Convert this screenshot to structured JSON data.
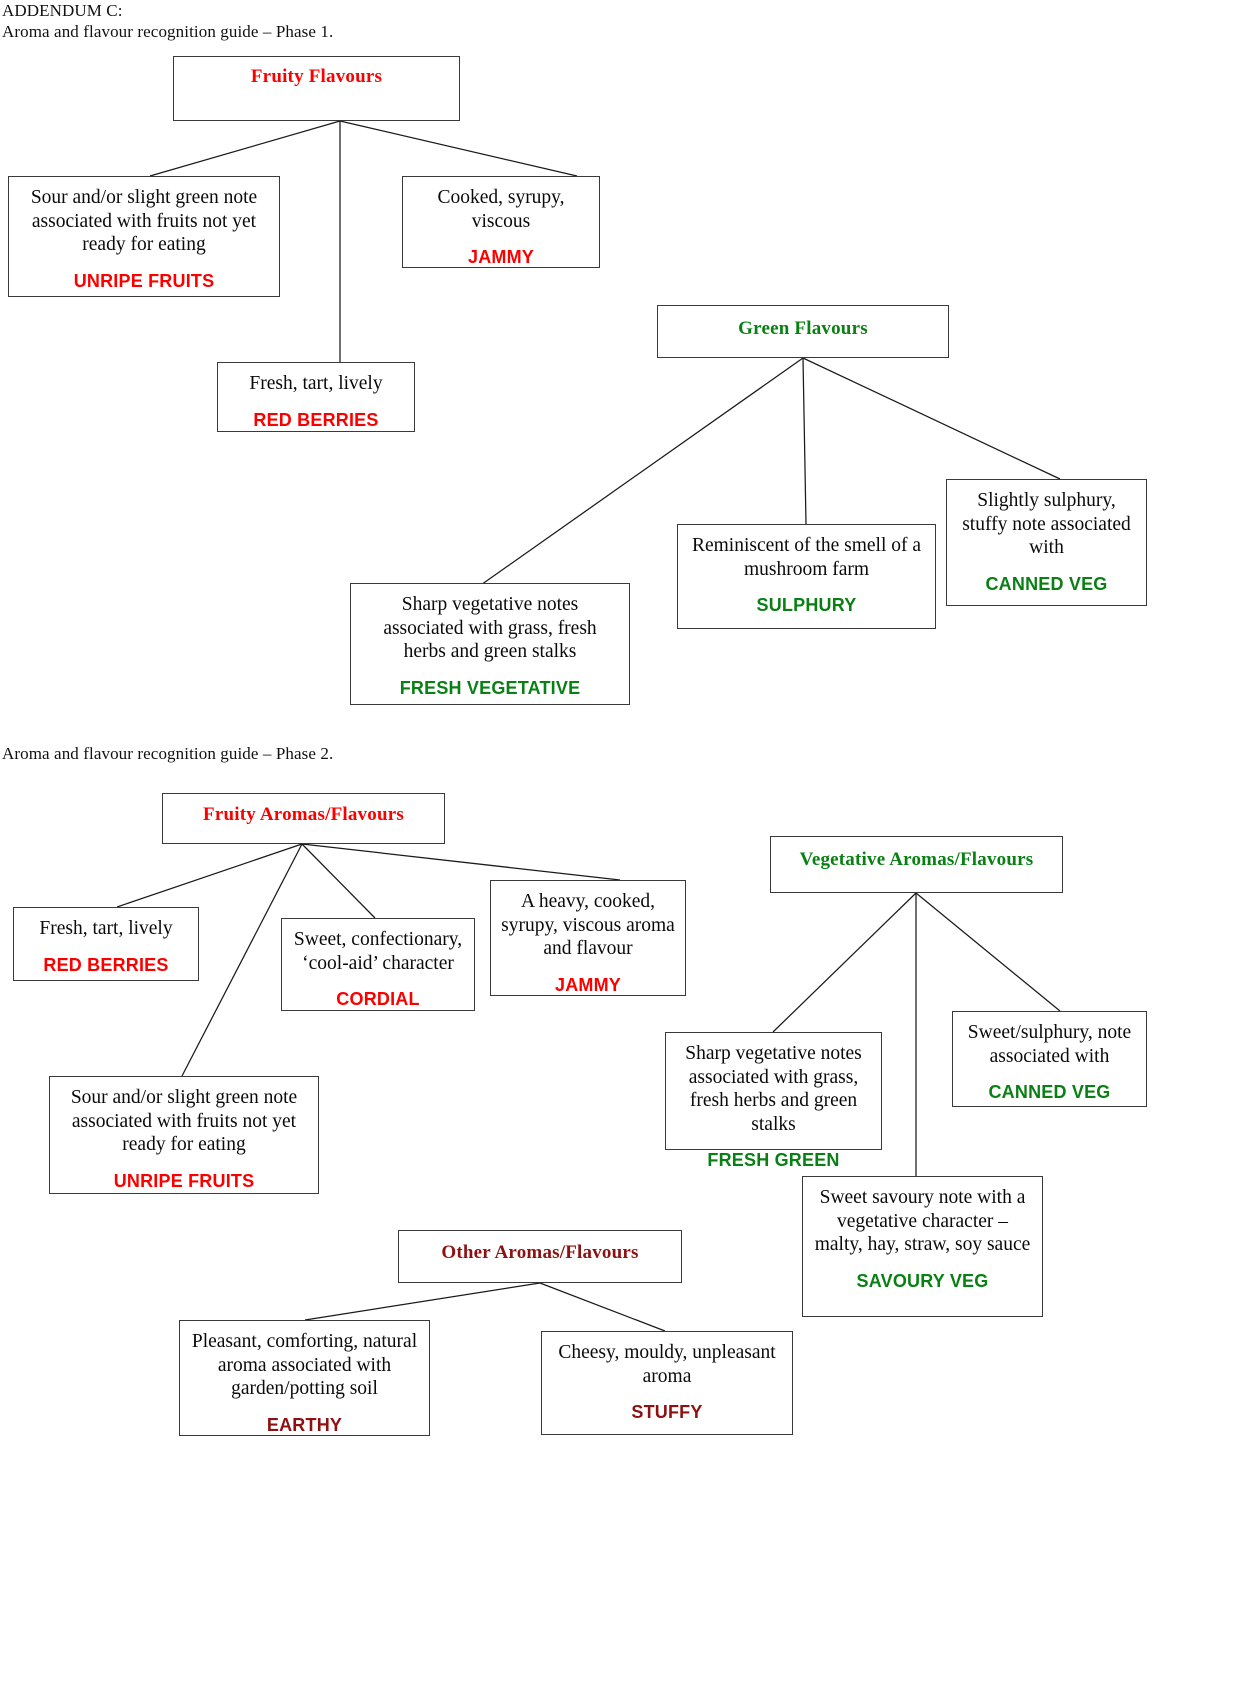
{
  "document": {
    "addendum_label": "ADDENDUM C:",
    "phase1_title": "Aroma and flavour recognition guide – Phase 1.",
    "phase2_title": "Aroma and flavour recognition guide – Phase 2."
  },
  "colors": {
    "fruity": "#fc0000",
    "green": "#0a8014",
    "other": "#8d1111",
    "box_border": "#3a3a3a",
    "connector": "#1a1a1a"
  },
  "phase1": {
    "fruity": {
      "root": "Fruity Flavours",
      "children": [
        {
          "desc": "Sour and/or slight green note associated with fruits not yet ready for eating",
          "term": "UNRIPE FRUITS"
        },
        {
          "desc": "Fresh, tart, lively",
          "term": "RED BERRIES"
        },
        {
          "desc": "Cooked, syrupy, viscous",
          "term": "JAMMY"
        }
      ]
    },
    "green": {
      "root": "Green Flavours",
      "children": [
        {
          "desc": "Sharp vegetative notes associated with grass, fresh herbs and green stalks",
          "term": "FRESH VEGETATIVE"
        },
        {
          "desc": "Reminiscent of the smell of a mushroom farm",
          "term": "SULPHURY"
        },
        {
          "desc": "Slightly sulphury, stuffy note associated with",
          "term": "CANNED VEG"
        }
      ]
    }
  },
  "phase2": {
    "fruity": {
      "root": "Fruity Aromas/Flavours",
      "children": [
        {
          "desc": "Fresh, tart, lively",
          "term": "RED BERRIES"
        },
        {
          "desc": "Sweet, confectionary, ‘cool-aid’ character",
          "term": "CORDIAL"
        },
        {
          "desc": "A heavy, cooked, syrupy, viscous aroma and flavour",
          "term": "JAMMY"
        },
        {
          "desc": "Sour and/or slight green note associated with fruits not yet ready for eating",
          "term": "UNRIPE FRUITS"
        }
      ]
    },
    "vegetative": {
      "root": "Vegetative Aromas/Flavours",
      "children": [
        {
          "desc": "Sharp vegetative notes associated with grass, fresh herbs and green stalks",
          "term": "FRESH GREEN"
        },
        {
          "desc": "Sweet/sulphury, note associated with",
          "term": "CANNED VEG"
        },
        {
          "desc": "Sweet savoury note with a vegetative character – malty, hay, straw, soy sauce",
          "term": "SAVOURY VEG"
        }
      ]
    },
    "other": {
      "root": "Other Aromas/Flavours",
      "children": [
        {
          "desc": "Pleasant, comforting, natural aroma associated with garden/potting soil",
          "term": "EARTHY"
        },
        {
          "desc": "Cheesy, mouldy, unpleasant aroma",
          "term": "STUFFY"
        }
      ]
    }
  }
}
